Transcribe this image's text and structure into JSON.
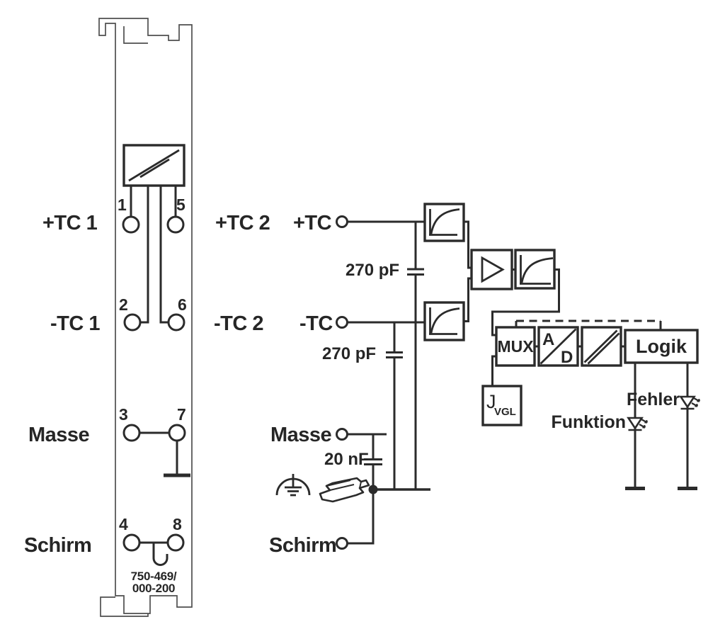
{
  "module": {
    "id_line1": "750-469/",
    "id_line2": "000-200",
    "terminals": {
      "t1": "1",
      "t2": "2",
      "t3": "3",
      "t4": "4",
      "t5": "5",
      "t6": "6",
      "t7": "7",
      "t8": "8"
    }
  },
  "left_labels": {
    "ch1_plus": "+TC 1",
    "ch1_minus": "-TC 1",
    "masse": "Masse",
    "schirm": "Schirm"
  },
  "mid_labels": {
    "ch2_plus": "+TC 2",
    "ch2_minus": "-TC 2"
  },
  "schematic": {
    "tc_plus": "+TC",
    "tc_minus": "-TC",
    "masse": "Masse",
    "schirm": "Schirm",
    "cap_tc_plus": "270 pF",
    "cap_tc_minus": "270 pF",
    "cap_masse": "20 nF",
    "mux": "MUX",
    "adc_a": "A",
    "adc_d": "D",
    "logik": "Logik",
    "j_symbol": "J",
    "j_subscript": "VGL",
    "led_error": "Fehler",
    "led_function": "Funktion"
  },
  "colors": {
    "background": "#ffffff",
    "line": "#2b2b2b",
    "module_outline": "#4f4f4f",
    "text": "#262626"
  },
  "icons": {
    "earth": "functional-earth-icon",
    "din_rail": "din-rail-3d-icon",
    "led": "led-diode-icon",
    "isolation": "galvanic-isolation-icon",
    "filter": "filter-response-curve-icon",
    "amplifier": "amplifier-triangle-icon"
  }
}
